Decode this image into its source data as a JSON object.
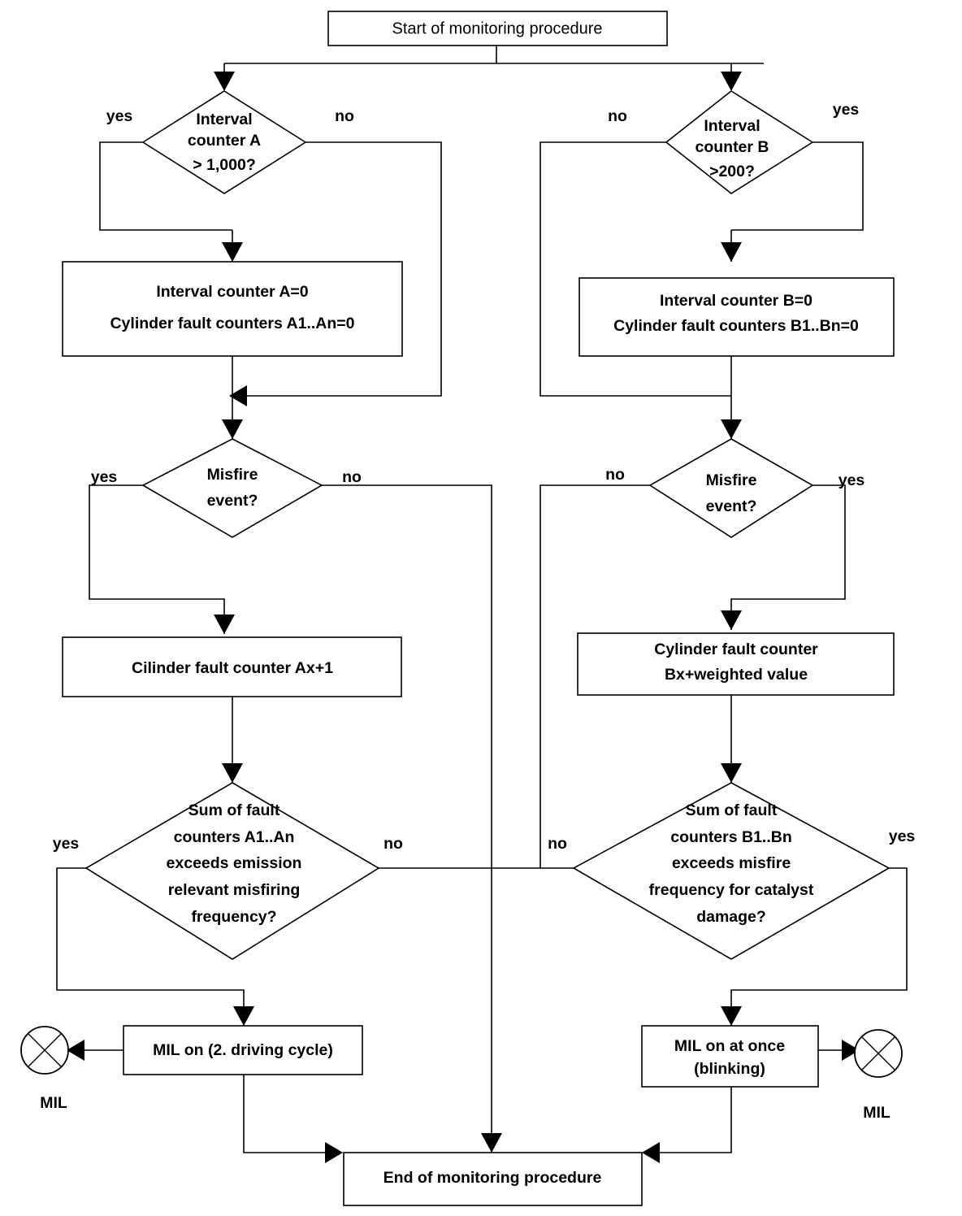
{
  "diagram": {
    "title": "Misfire monitoring procedure flowchart",
    "accent_color": "#000000",
    "background_color": "#ffffff",
    "nodes": {
      "start": {
        "label": "Start of monitoring procedure",
        "shape": "process"
      },
      "decA_interval": {
        "line1": "Interval",
        "line2": "counter A",
        "line3": "> 1,000?",
        "shape": "decision"
      },
      "decB_interval": {
        "line1": "Interval",
        "line2": "counter B",
        "line3": ">200?",
        "shape": "decision"
      },
      "resetA": {
        "line1": "Interval counter A=0",
        "line2": "Cylinder fault counters A1..An=0",
        "shape": "process"
      },
      "resetB": {
        "line1": "Interval counter B=0",
        "line2": "Cylinder fault counters B1..Bn=0",
        "shape": "process"
      },
      "misfireA": {
        "line1": "Misfire",
        "line2": "event?",
        "shape": "decision"
      },
      "misfireB": {
        "line1": "Misfire",
        "line2": "event?",
        "shape": "decision"
      },
      "counterA_inc": {
        "line1": "Cilinder fault counter Ax+1",
        "shape": "process"
      },
      "counterB_inc": {
        "line1": "Cylinder fault counter",
        "line2": "Bx+weighted value",
        "shape": "process"
      },
      "sumA": {
        "line1": "Sum of  fault",
        "line2": "counters A1..An",
        "line3": "exceeds emission",
        "line4": "relevant misfiring",
        "line5": "frequency?",
        "shape": "decision"
      },
      "sumB": {
        "line1": "Sum of  fault",
        "line2": "counters B1..Bn",
        "line3": "exceeds misfire",
        "line4": "frequency for catalyst",
        "line5": "damage?",
        "shape": "decision"
      },
      "milA": {
        "line1": "MIL on (2. driving cycle)",
        "shape": "process"
      },
      "milB": {
        "line1": "MIL on at once",
        "line2": "(blinking)",
        "shape": "process"
      },
      "end": {
        "label": "End of monitoring procedure",
        "shape": "process"
      },
      "lampA": {
        "caption": "MIL",
        "shape": "lamp"
      },
      "lampB": {
        "caption": "MIL",
        "shape": "lamp"
      }
    },
    "edge_labels": {
      "decA_yes": "yes",
      "decA_no": "no",
      "decB_no": "no",
      "decB_yes": "yes",
      "misfireA_yes": "yes",
      "misfireA_no": "no",
      "misfireB_no": "no",
      "misfireB_yes": "yes",
      "sumA_yes": "yes",
      "sumA_no": "no",
      "sumB_no": "no",
      "sumB_yes": "yes"
    }
  }
}
